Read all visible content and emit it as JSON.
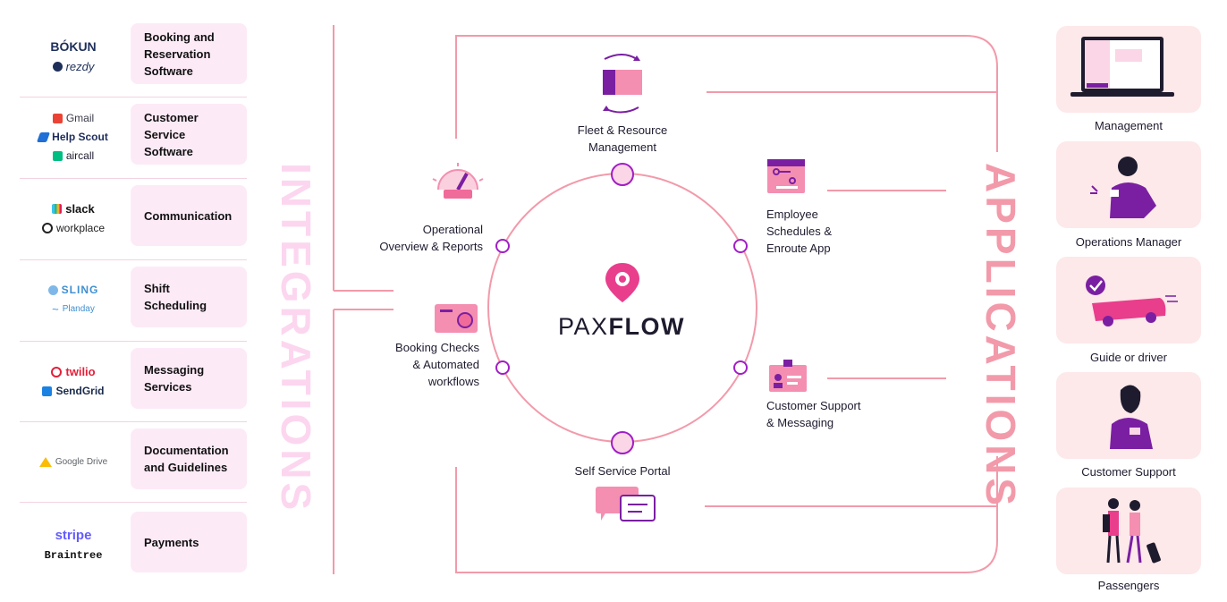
{
  "integrations": {
    "heading": "INTEGRATIONS",
    "rows": [
      {
        "logos": [
          "BÓKUN",
          "rezdy"
        ],
        "category": "Booking and\nReservation\nSoftware"
      },
      {
        "logos": [
          "Gmail",
          "Help Scout",
          "aircall"
        ],
        "category": "Customer\nService\nSoftware"
      },
      {
        "logos": [
          "slack",
          "workplace"
        ],
        "category": "Communication"
      },
      {
        "logos": [
          "SLING",
          "Planday"
        ],
        "category": "Shift\nScheduling"
      },
      {
        "logos": [
          "twilio",
          "SendGrid"
        ],
        "category": "Messaging\nServices"
      },
      {
        "logos": [
          "Google Drive"
        ],
        "category": "Documentation\nand Guidelines"
      },
      {
        "logos": [
          "stripe",
          "Braintree"
        ],
        "category": "Payments"
      }
    ]
  },
  "center": {
    "brand_light": "PAX",
    "brand_bold": "FLOW"
  },
  "features": {
    "fleet": "Fleet & Resource\nManagement",
    "operational": "Operational\nOverview & Reports",
    "employee": "Employee\nSchedules &\nEnroute App",
    "booking": "Booking Checks\n& Automated\nworkflows",
    "customer_support": "Customer Support\n& Messaging",
    "self_service": "Self Service Portal"
  },
  "applications": {
    "heading": "APPLICATIONS",
    "items": [
      {
        "label": "Management",
        "icon": "laptop-icon"
      },
      {
        "label": "Operations Manager",
        "icon": "operations-manager-icon"
      },
      {
        "label": "Guide or driver",
        "icon": "van-icon"
      },
      {
        "label": "Customer Support",
        "icon": "support-agent-icon"
      },
      {
        "label": "Passengers",
        "icon": "passengers-icon"
      }
    ]
  },
  "colors": {
    "pink_line": "#f29aaa",
    "purple": "#7a1fa2",
    "card_bg": "#fdeaf7",
    "app_bg": "#fde8ea",
    "accent_pink": "#e83e8c"
  }
}
